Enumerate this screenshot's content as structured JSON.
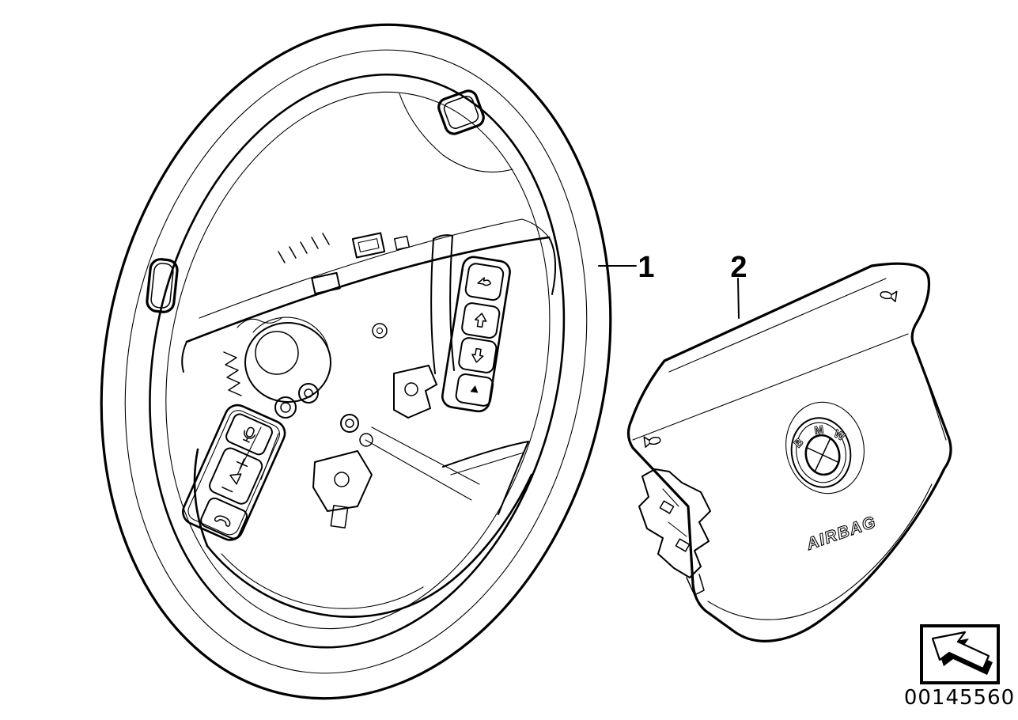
{
  "page": {
    "background_color": "#ffffff",
    "line_color": "#000000"
  },
  "callouts": {
    "item1": {
      "label": "1"
    },
    "item2": {
      "label": "2"
    }
  },
  "airbag": {
    "label": "AIRBAG",
    "roundel_letters": [
      "B",
      "M",
      "W"
    ]
  },
  "footer": {
    "part_number": "00145560"
  },
  "icons": {
    "wheel_left_cluster": [
      "microphone-icon",
      "plus-icon",
      "speaker-icon",
      "minus-icon",
      "phone-icon"
    ],
    "wheel_right_cluster": [
      "trumpet-icon",
      "arrow-up-icon",
      "arrow-down-icon",
      "arrow-small-icon"
    ],
    "airbag_icons": [
      "horn-icon",
      "horn-icon",
      "bmw-roundel"
    ],
    "footer_icon": "page-turn-arrow-icon"
  }
}
